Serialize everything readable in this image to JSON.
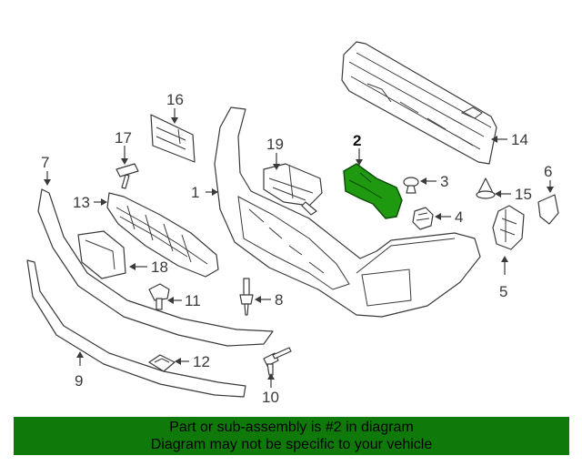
{
  "colors": {
    "banner_bg": "#0f7a0a",
    "highlight": "#1f9a10",
    "highlight_stroke": "#0c4a07",
    "line": "#3a3a3a"
  },
  "callouts": {
    "c1": "1",
    "c2": "2",
    "c3": "3",
    "c4": "4",
    "c5": "5",
    "c6": "6",
    "c7": "7",
    "c8": "8",
    "c9": "9",
    "c10": "10",
    "c11": "11",
    "c12": "12",
    "c13": "13",
    "c14": "14",
    "c15": "15",
    "c16": "16",
    "c17": "17",
    "c18": "18",
    "c19": "19"
  },
  "banner": {
    "line1": "Part or sub-assembly is #2 in diagram",
    "line2": "Diagram may not be specific to your vehicle"
  }
}
